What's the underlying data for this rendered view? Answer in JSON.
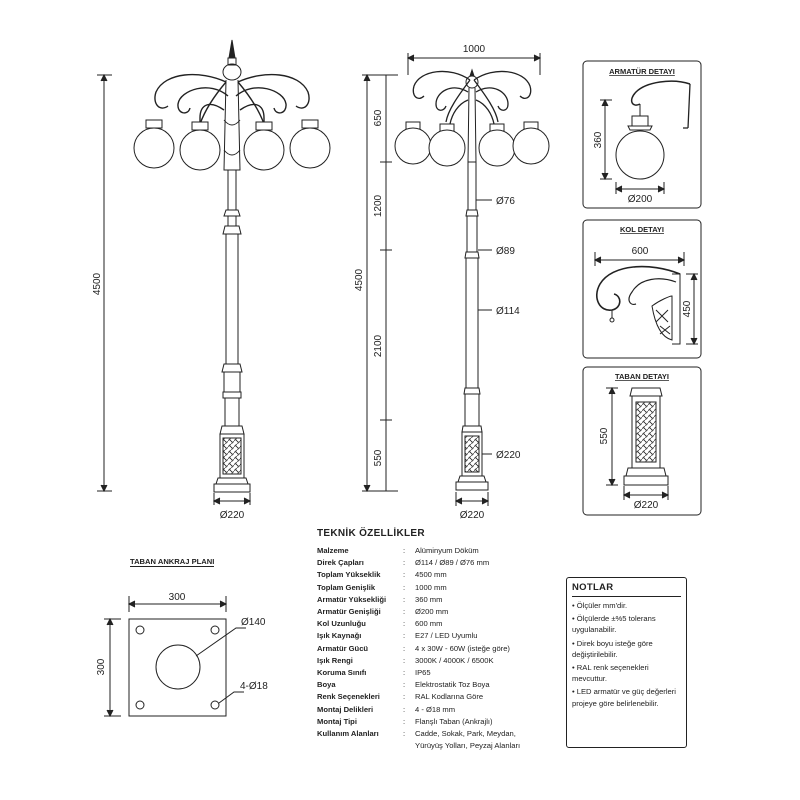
{
  "front_view": {
    "dims": {
      "total_height": "4500",
      "base_dia": "Ø220"
    }
  },
  "side_view": {
    "dims": {
      "width": "1000",
      "seg1": "650",
      "seg2": "1200",
      "seg3": "2100",
      "seg4": "550",
      "total": "4500",
      "d76": "Ø76",
      "d89": "Ø89",
      "d114": "Ø114",
      "d220_side": "Ø220",
      "d220_base": "Ø220"
    }
  },
  "detail_armature": {
    "title": "ARMATÜR DETAYI",
    "height": "360",
    "dia": "Ø200"
  },
  "detail_arm": {
    "title": "KOL DETAYI",
    "length": "600",
    "height": "450"
  },
  "detail_base": {
    "title": "TABAN DETAYI",
    "height": "550",
    "dia": "Ø220"
  },
  "anchor_plan": {
    "title": "TABAN ANKRAJ PLANI",
    "width": "300",
    "height": "300",
    "center_hole": "Ø140",
    "bolt_holes": "4-Ø18"
  },
  "specs": {
    "title": "TEKNİK ÖZELLİKLER",
    "rows": [
      {
        "key": "Malzeme",
        "value": "Alüminyum Döküm"
      },
      {
        "key": "Direk Çapları",
        "value": "Ø114 / Ø89 / Ø76 mm"
      },
      {
        "key": "Toplam Yükseklik",
        "value": "4500 mm"
      },
      {
        "key": "Toplam Genişlik",
        "value": "1000 mm"
      },
      {
        "key": "Armatür Yüksekliği",
        "value": "360 mm"
      },
      {
        "key": "Armatür Genişliği",
        "value": "Ø200 mm"
      },
      {
        "key": "Kol Uzunluğu",
        "value": "600 mm"
      },
      {
        "key": "Işık Kaynağı",
        "value": "E27 / LED Uyumlu"
      },
      {
        "key": "Armatür Gücü",
        "value": "4 x 30W - 60W (isteğe göre)"
      },
      {
        "key": "Işık Rengi",
        "value": "3000K / 4000K / 6500K"
      },
      {
        "key": "Koruma Sınıfı",
        "value": "IP65"
      },
      {
        "key": "Boya",
        "value": "Elektrostatik Toz Boya"
      },
      {
        "key": "Renk Seçenekleri",
        "value": "RAL Kodlarına Göre"
      },
      {
        "key": "Montaj Delikleri",
        "value": "4 - Ø18 mm"
      },
      {
        "key": "Montaj Tipi",
        "value": "Flanşlı Taban (Ankrajlı)"
      },
      {
        "key": "Kullanım Alanları",
        "value": "Cadde, Sokak, Park, Meydan,"
      },
      {
        "key": "",
        "value": "Yürüyüş Yolları, Peyzaj Alanları"
      }
    ]
  },
  "notes": {
    "title": "NOTLAR",
    "items": [
      "• Ölçüler mm'dir.",
      "• Ölçülerde ±%5 tolerans uygulanabilir.",
      "• Direk boyu isteğe göre değiştirilebilir.",
      "• RAL renk seçenekleri mevcuttur.",
      "• LED armatür ve güç değerleri projeye göre belirlenebilir."
    ]
  }
}
